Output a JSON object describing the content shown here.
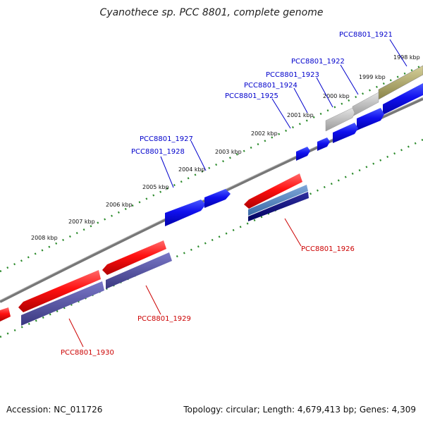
{
  "title": "Cyanothece sp. PCC 8801, complete genome",
  "footer": {
    "accession": "Accession: NC_011726",
    "info": "Topology: circular; Length: 4,679,413 bp; Genes: 4,309"
  },
  "scale_labels": [
    "1998 kbp",
    "1999 kbp",
    "2000 kbp",
    "2001 kbp",
    "2002 kbp",
    "2003 kbp",
    "2004 kbp",
    "2005 kbp",
    "2006 kbp",
    "2007 kbp",
    "2008 kbp"
  ],
  "genes": [
    {
      "id": "PCC8801_1921",
      "color": "#0000cc"
    },
    {
      "id": "PCC8801_1922",
      "color": "#0000cc"
    },
    {
      "id": "PCC8801_1923",
      "color": "#0000cc"
    },
    {
      "id": "PCC8801_1924",
      "color": "#0000cc"
    },
    {
      "id": "PCC8801_1925",
      "color": "#0000cc"
    },
    {
      "id": "PCC8801_1926",
      "color": "#cc0000"
    },
    {
      "id": "PCC8801_1927",
      "color": "#0000cc"
    },
    {
      "id": "PCC8801_1928",
      "color": "#0000cc"
    },
    {
      "id": "PCC8801_1929",
      "color": "#cc0000"
    },
    {
      "id": "PCC8801_1930",
      "color": "#cc0000"
    }
  ]
}
